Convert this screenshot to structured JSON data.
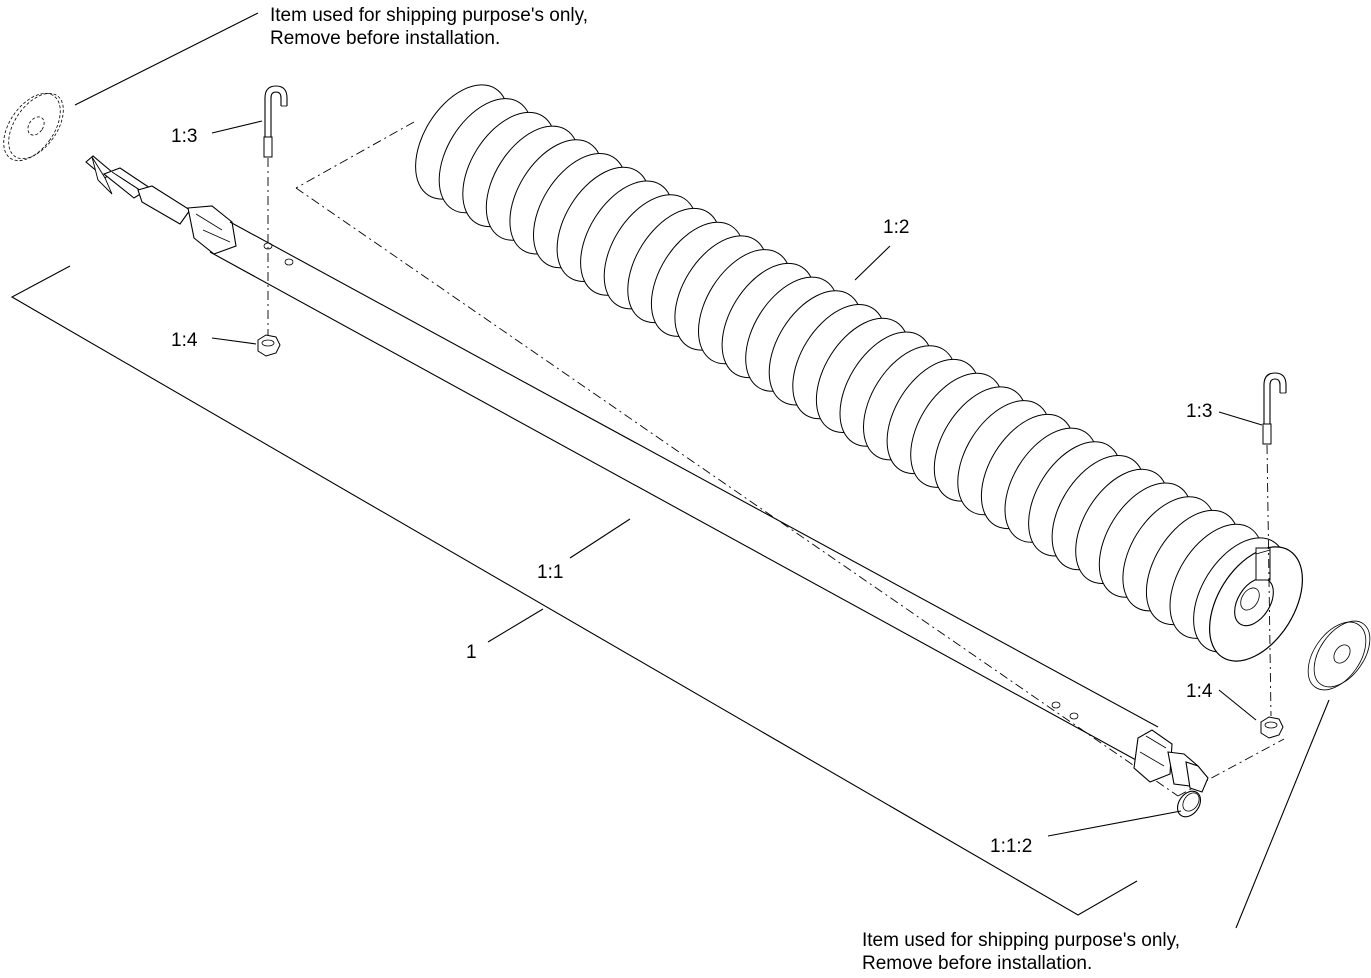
{
  "notes": {
    "top_line1": "Item used for shipping purpose's only,",
    "top_line2": "Remove before installation.",
    "bottom_line1": "Item used for shipping purpose's only,",
    "bottom_line2": "Remove before installation."
  },
  "callouts": {
    "hook_left": "1:3",
    "hook_right": "1:3",
    "nut_left": "1:4",
    "nut_right": "1:4",
    "roller": "1:2",
    "shaft": "1:1",
    "assembly": "1",
    "retaining_ring": "1:1:2"
  }
}
